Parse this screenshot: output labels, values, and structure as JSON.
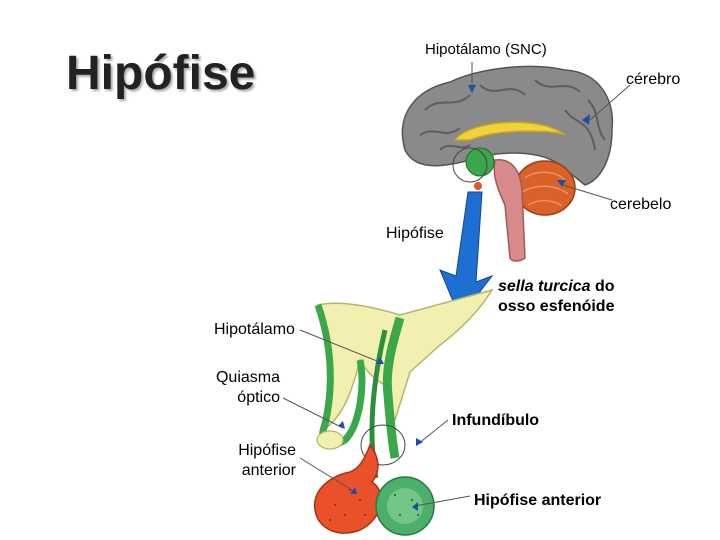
{
  "title": "Hipófise",
  "labels": {
    "hypothalamus_snc": "Hipotálamo (SNC)",
    "cerebro": "cérebro",
    "cerebelo": "cerebelo",
    "hipofise_top": "Hipófise",
    "sella_italic": "sella turcica",
    "sella_rest": " do",
    "sella_line2": "osso esfenóide",
    "hipotalamo": "Hipotálamo",
    "quiasma_1": "Quiasma",
    "quiasma_2": "óptico",
    "infundibulo": "Infundíbulo",
    "hip_anterior_left_1": "Hipófise",
    "hip_anterior_left_2": "anterior",
    "hip_anterior_right": "Hipófise anterior"
  },
  "colors": {
    "brain_gray": "#8a8a8a",
    "cerebellum": "#d9622b",
    "stem": "#d98a8a",
    "corpus_callosum": "#f2d23a",
    "arrow_blue": "#1d6fd1",
    "hypothalamus_yellow": "#f2f0b0",
    "green": "#3aa84a",
    "anterior_red": "#e8512a",
    "posterior_green": "#4caf6a"
  }
}
